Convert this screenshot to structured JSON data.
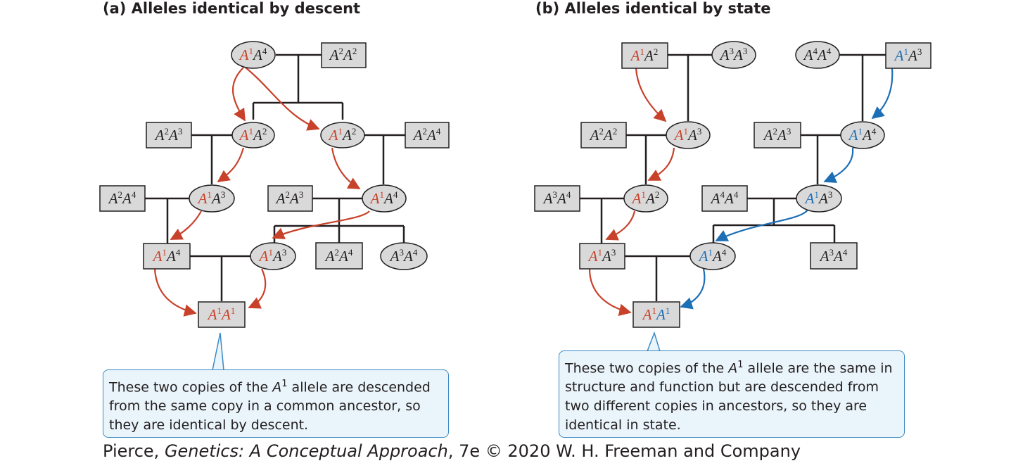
{
  "colors": {
    "red": "#c8412a",
    "blue": "#1d6fb5",
    "black": "#231f20",
    "fill": "#d9d9d9",
    "callout_fill": "#eaf4fb",
    "callout_border": "#3a8ac4"
  },
  "panels": {
    "a": {
      "title": "(a)  Alleles identical by descent",
      "callout": {
        "t1": "These two copies of the ",
        "allele": "A",
        "sup": "1",
        "t2": " allele are descended from the same copy in a common ancestor, so they are identical by descent."
      },
      "nodes": [
        {
          "id": "a_g1f",
          "shape": "ellipse",
          "a1": "1",
          "a2": "4",
          "c1": "red",
          "c2": "black"
        },
        {
          "id": "a_g1m",
          "shape": "rect",
          "a1": "2",
          "a2": "2",
          "c1": "black",
          "c2": "black"
        },
        {
          "id": "a_g2a",
          "shape": "rect",
          "a1": "2",
          "a2": "3",
          "c1": "black",
          "c2": "black"
        },
        {
          "id": "a_g2b",
          "shape": "ellipse",
          "a1": "1",
          "a2": "2",
          "c1": "red",
          "c2": "black"
        },
        {
          "id": "a_g2c",
          "shape": "ellipse",
          "a1": "1",
          "a2": "2",
          "c1": "red",
          "c2": "black"
        },
        {
          "id": "a_g2d",
          "shape": "rect",
          "a1": "2",
          "a2": "4",
          "c1": "black",
          "c2": "black"
        },
        {
          "id": "a_g3a",
          "shape": "rect",
          "a1": "2",
          "a2": "4",
          "c1": "black",
          "c2": "black"
        },
        {
          "id": "a_g3b",
          "shape": "ellipse",
          "a1": "1",
          "a2": "3",
          "c1": "red",
          "c2": "black"
        },
        {
          "id": "a_g3c",
          "shape": "rect",
          "a1": "2",
          "a2": "3",
          "c1": "black",
          "c2": "black"
        },
        {
          "id": "a_g3d",
          "shape": "ellipse",
          "a1": "1",
          "a2": "4",
          "c1": "red",
          "c2": "black"
        },
        {
          "id": "a_g4a",
          "shape": "rect",
          "a1": "1",
          "a2": "4",
          "c1": "red",
          "c2": "black"
        },
        {
          "id": "a_g4b",
          "shape": "ellipse",
          "a1": "1",
          "a2": "3",
          "c1": "red",
          "c2": "black"
        },
        {
          "id": "a_g4c",
          "shape": "rect",
          "a1": "2",
          "a2": "4",
          "c1": "black",
          "c2": "black"
        },
        {
          "id": "a_g4d",
          "shape": "ellipse",
          "a1": "3",
          "a2": "4",
          "c1": "black",
          "c2": "black"
        },
        {
          "id": "a_g5",
          "shape": "rect",
          "a1": "1",
          "a2": "1",
          "c1": "red",
          "c2": "red"
        }
      ]
    },
    "b": {
      "title": "(b)  Alleles identical by state",
      "callout": {
        "t1": "These two copies of the ",
        "allele": "A",
        "sup": "1",
        "t2": " allele are the same in structure and function but are descended from two different copies in ancestors, so they are identical in state."
      },
      "nodes": [
        {
          "id": "b_g1a",
          "shape": "rect",
          "a1": "1",
          "a2": "2",
          "c1": "red",
          "c2": "black"
        },
        {
          "id": "b_g1b",
          "shape": "ellipse",
          "a1": "3",
          "a2": "3",
          "c1": "black",
          "c2": "black"
        },
        {
          "id": "b_g1c",
          "shape": "ellipse",
          "a1": "4",
          "a2": "4",
          "c1": "black",
          "c2": "black"
        },
        {
          "id": "b_g1d",
          "shape": "rect",
          "a1": "1",
          "a2": "3",
          "c1": "blue",
          "c2": "black"
        },
        {
          "id": "b_g2a",
          "shape": "rect",
          "a1": "2",
          "a2": "2",
          "c1": "black",
          "c2": "black"
        },
        {
          "id": "b_g2b",
          "shape": "ellipse",
          "a1": "1",
          "a2": "3",
          "c1": "red",
          "c2": "black"
        },
        {
          "id": "b_g2c",
          "shape": "rect",
          "a1": "2",
          "a2": "3",
          "c1": "black",
          "c2": "black"
        },
        {
          "id": "b_g2d",
          "shape": "ellipse",
          "a1": "1",
          "a2": "4",
          "c1": "blue",
          "c2": "black"
        },
        {
          "id": "b_g3a",
          "shape": "rect",
          "a1": "3",
          "a2": "4",
          "c1": "black",
          "c2": "black"
        },
        {
          "id": "b_g3b",
          "shape": "ellipse",
          "a1": "1",
          "a2": "2",
          "c1": "red",
          "c2": "black"
        },
        {
          "id": "b_g3c",
          "shape": "rect",
          "a1": "4",
          "a2": "4",
          "c1": "black",
          "c2": "black"
        },
        {
          "id": "b_g3d",
          "shape": "ellipse",
          "a1": "1",
          "a2": "3",
          "c1": "blue",
          "c2": "black"
        },
        {
          "id": "b_g4a",
          "shape": "rect",
          "a1": "1",
          "a2": "3",
          "c1": "red",
          "c2": "black"
        },
        {
          "id": "b_g4b",
          "shape": "ellipse",
          "a1": "1",
          "a2": "4",
          "c1": "blue",
          "c2": "black"
        },
        {
          "id": "b_g4c",
          "shape": "rect",
          "a1": "3",
          "a2": "4",
          "c1": "black",
          "c2": "black"
        },
        {
          "id": "b_g5",
          "shape": "rect",
          "a1": "1",
          "a2": "1",
          "c1": "red",
          "c2": "blue"
        }
      ]
    }
  },
  "credit": {
    "pre": "Pierce, ",
    "book": "Genetics: A Conceptual Approach",
    "post": ", 7e © 2020 W. H. Freeman and Company"
  }
}
